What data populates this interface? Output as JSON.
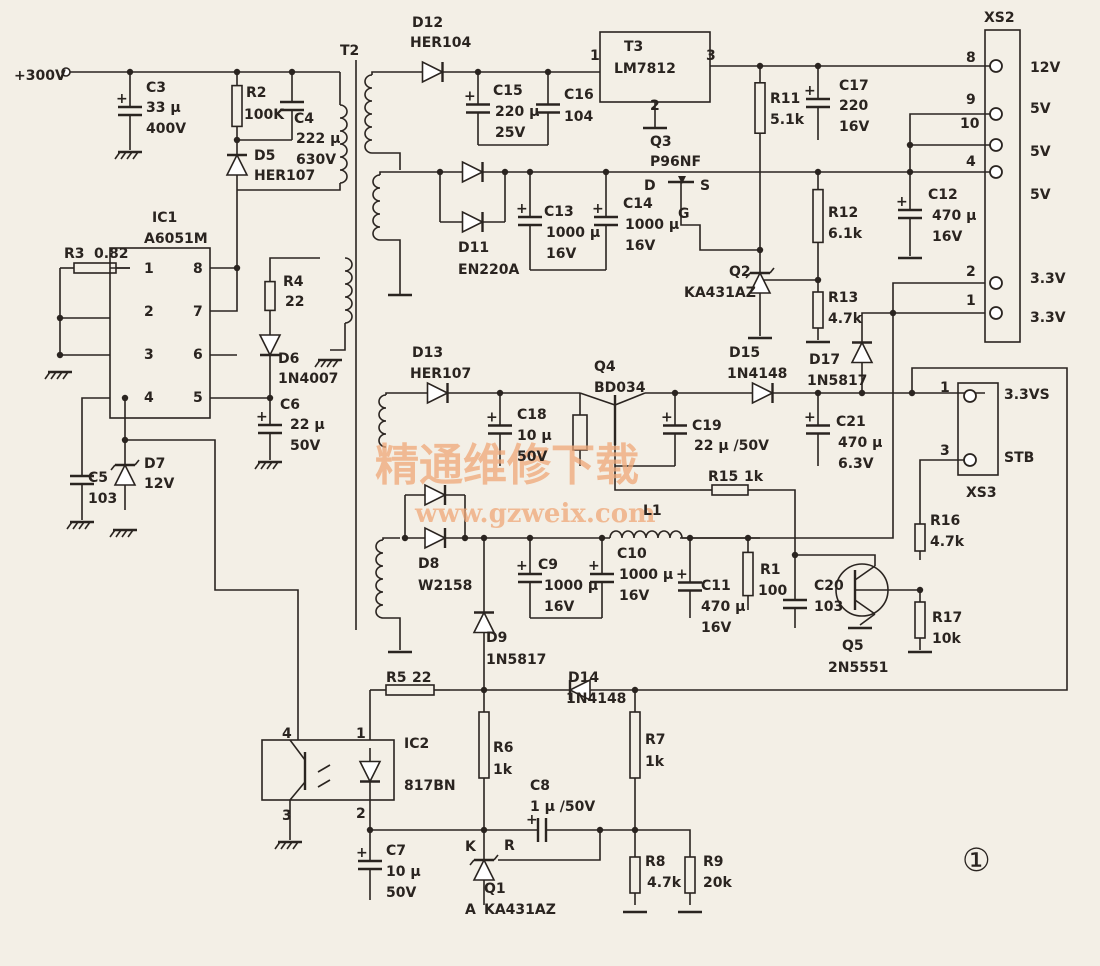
{
  "figure_number": "①",
  "watermark": {
    "cn": "精通维修下载",
    "url": "www.gzweix.com"
  },
  "input": {
    "label": "+300V"
  },
  "transformer": {
    "label": "T2"
  },
  "components": {
    "C3": {
      "ref": "C3",
      "value": "33 μ",
      "rating": "400V"
    },
    "R2": {
      "ref": "R2",
      "value": "100K"
    },
    "C4": {
      "ref": "C4",
      "value": "222 μ",
      "rating": "630V"
    },
    "D5": {
      "ref": "D5",
      "part": "HER107"
    },
    "IC1": {
      "ref": "IC1",
      "part": "A6051M"
    },
    "R3": {
      "ref": "R3",
      "value": "0.82"
    },
    "R4": {
      "ref": "R4",
      "value": "22"
    },
    "D6": {
      "ref": "D6",
      "part": "1N4007"
    },
    "C6": {
      "ref": "C6",
      "value": "22 μ",
      "rating": "50V"
    },
    "C5": {
      "ref": "C5",
      "value": "103"
    },
    "D7": {
      "ref": "D7",
      "value": "12V"
    },
    "D12": {
      "ref": "D12",
      "part": "HER104"
    },
    "C15": {
      "ref": "C15",
      "value": "220 μ",
      "rating": "25V"
    },
    "C16": {
      "ref": "C16",
      "value": "104"
    },
    "T3": {
      "ref": "T3",
      "part": "LM7812"
    },
    "Q3": {
      "ref": "Q3",
      "part": "P96NF"
    },
    "D11": {
      "ref": "D11",
      "part": "EN220A"
    },
    "C13": {
      "ref": "C13",
      "value": "1000 μ",
      "rating": "16V"
    },
    "C14": {
      "ref": "C14",
      "value": "1000 μ",
      "rating": "16V"
    },
    "R11": {
      "ref": "R11",
      "value": "5.1k"
    },
    "C17": {
      "ref": "C17",
      "value": "220",
      "rating": "16V"
    },
    "R12": {
      "ref": "R12",
      "value": "6.1k"
    },
    "Q2": {
      "ref": "Q2",
      "part": "KA431AZ"
    },
    "R13": {
      "ref": "R13",
      "value": "4.7k"
    },
    "C12": {
      "ref": "C12",
      "value": "470 μ",
      "rating": "16V"
    },
    "D13": {
      "ref": "D13",
      "part": "HER107"
    },
    "C18": {
      "ref": "C18",
      "value": "10 μ",
      "rating": "50V"
    },
    "Q4": {
      "ref": "Q4",
      "part": "BD034"
    },
    "C19": {
      "ref": "C19",
      "value": "22 μ /50V"
    },
    "D15": {
      "ref": "D15",
      "part": "1N4148"
    },
    "D17": {
      "ref": "D17",
      "part": "1N5817"
    },
    "C21": {
      "ref": "C21",
      "value": "470 μ",
      "rating": "6.3V"
    },
    "R15": {
      "ref": "R15",
      "value": "1k"
    },
    "D8": {
      "ref": "D8",
      "part": "W2158"
    },
    "L1": {
      "ref": "L1"
    },
    "C9": {
      "ref": "C9",
      "value": "1000 μ",
      "rating": "16V"
    },
    "C10": {
      "ref": "C10",
      "value": "1000 μ",
      "rating": "16V"
    },
    "C11": {
      "ref": "C11",
      "value": "470 μ",
      "rating": "16V"
    },
    "R1": {
      "ref": "R1",
      "value": "100"
    },
    "C20": {
      "ref": "C20",
      "value": "103"
    },
    "Q5": {
      "ref": "Q5",
      "part": "2N5551"
    },
    "R16": {
      "ref": "R16",
      "value": "4.7k"
    },
    "R17": {
      "ref": "R17",
      "value": "10k"
    },
    "D9": {
      "ref": "D9",
      "part": "1N5817"
    },
    "R5": {
      "ref": "R5",
      "value": "22"
    },
    "D14": {
      "ref": "D14",
      "part": "1N4148"
    },
    "IC2": {
      "ref": "IC2",
      "part": "817BN"
    },
    "R6": {
      "ref": "R6",
      "value": "1k"
    },
    "R7": {
      "ref": "R7",
      "value": "1k"
    },
    "C8": {
      "ref": "C8",
      "value": "1 μ /50V"
    },
    "C7": {
      "ref": "C7",
      "value": "10 μ",
      "rating": "50V"
    },
    "Q1": {
      "ref": "Q1",
      "part": "KA431AZ"
    },
    "R8": {
      "ref": "R8",
      "value": "4.7k"
    },
    "R9": {
      "ref": "R9",
      "value": "20k"
    }
  },
  "ic1_pins": [
    "1",
    "2",
    "3",
    "4",
    "8",
    "7",
    "6",
    "5"
  ],
  "ic2_pins": [
    "4",
    "3",
    "1",
    "2"
  ],
  "q3_pins": [
    "D",
    "S",
    "G"
  ],
  "q1_pins": [
    "K",
    "R",
    "A"
  ],
  "t3_pins": [
    "1",
    "3",
    "2"
  ],
  "xs2": {
    "ref": "XS2",
    "pins": [
      {
        "num": "8",
        "label": "12V"
      },
      {
        "num": "9",
        "label": "5V"
      },
      {
        "num": "10",
        "label": "5V"
      },
      {
        "num": "4",
        "label": "5V"
      },
      {
        "num": "2",
        "label": "3.3V"
      },
      {
        "num": "1",
        "label": "3.3V"
      }
    ]
  },
  "xs3": {
    "ref": "XS3",
    "pins": [
      {
        "num": "1",
        "label": "3.3VS"
      },
      {
        "num": "3",
        "label": "STB"
      }
    ]
  }
}
